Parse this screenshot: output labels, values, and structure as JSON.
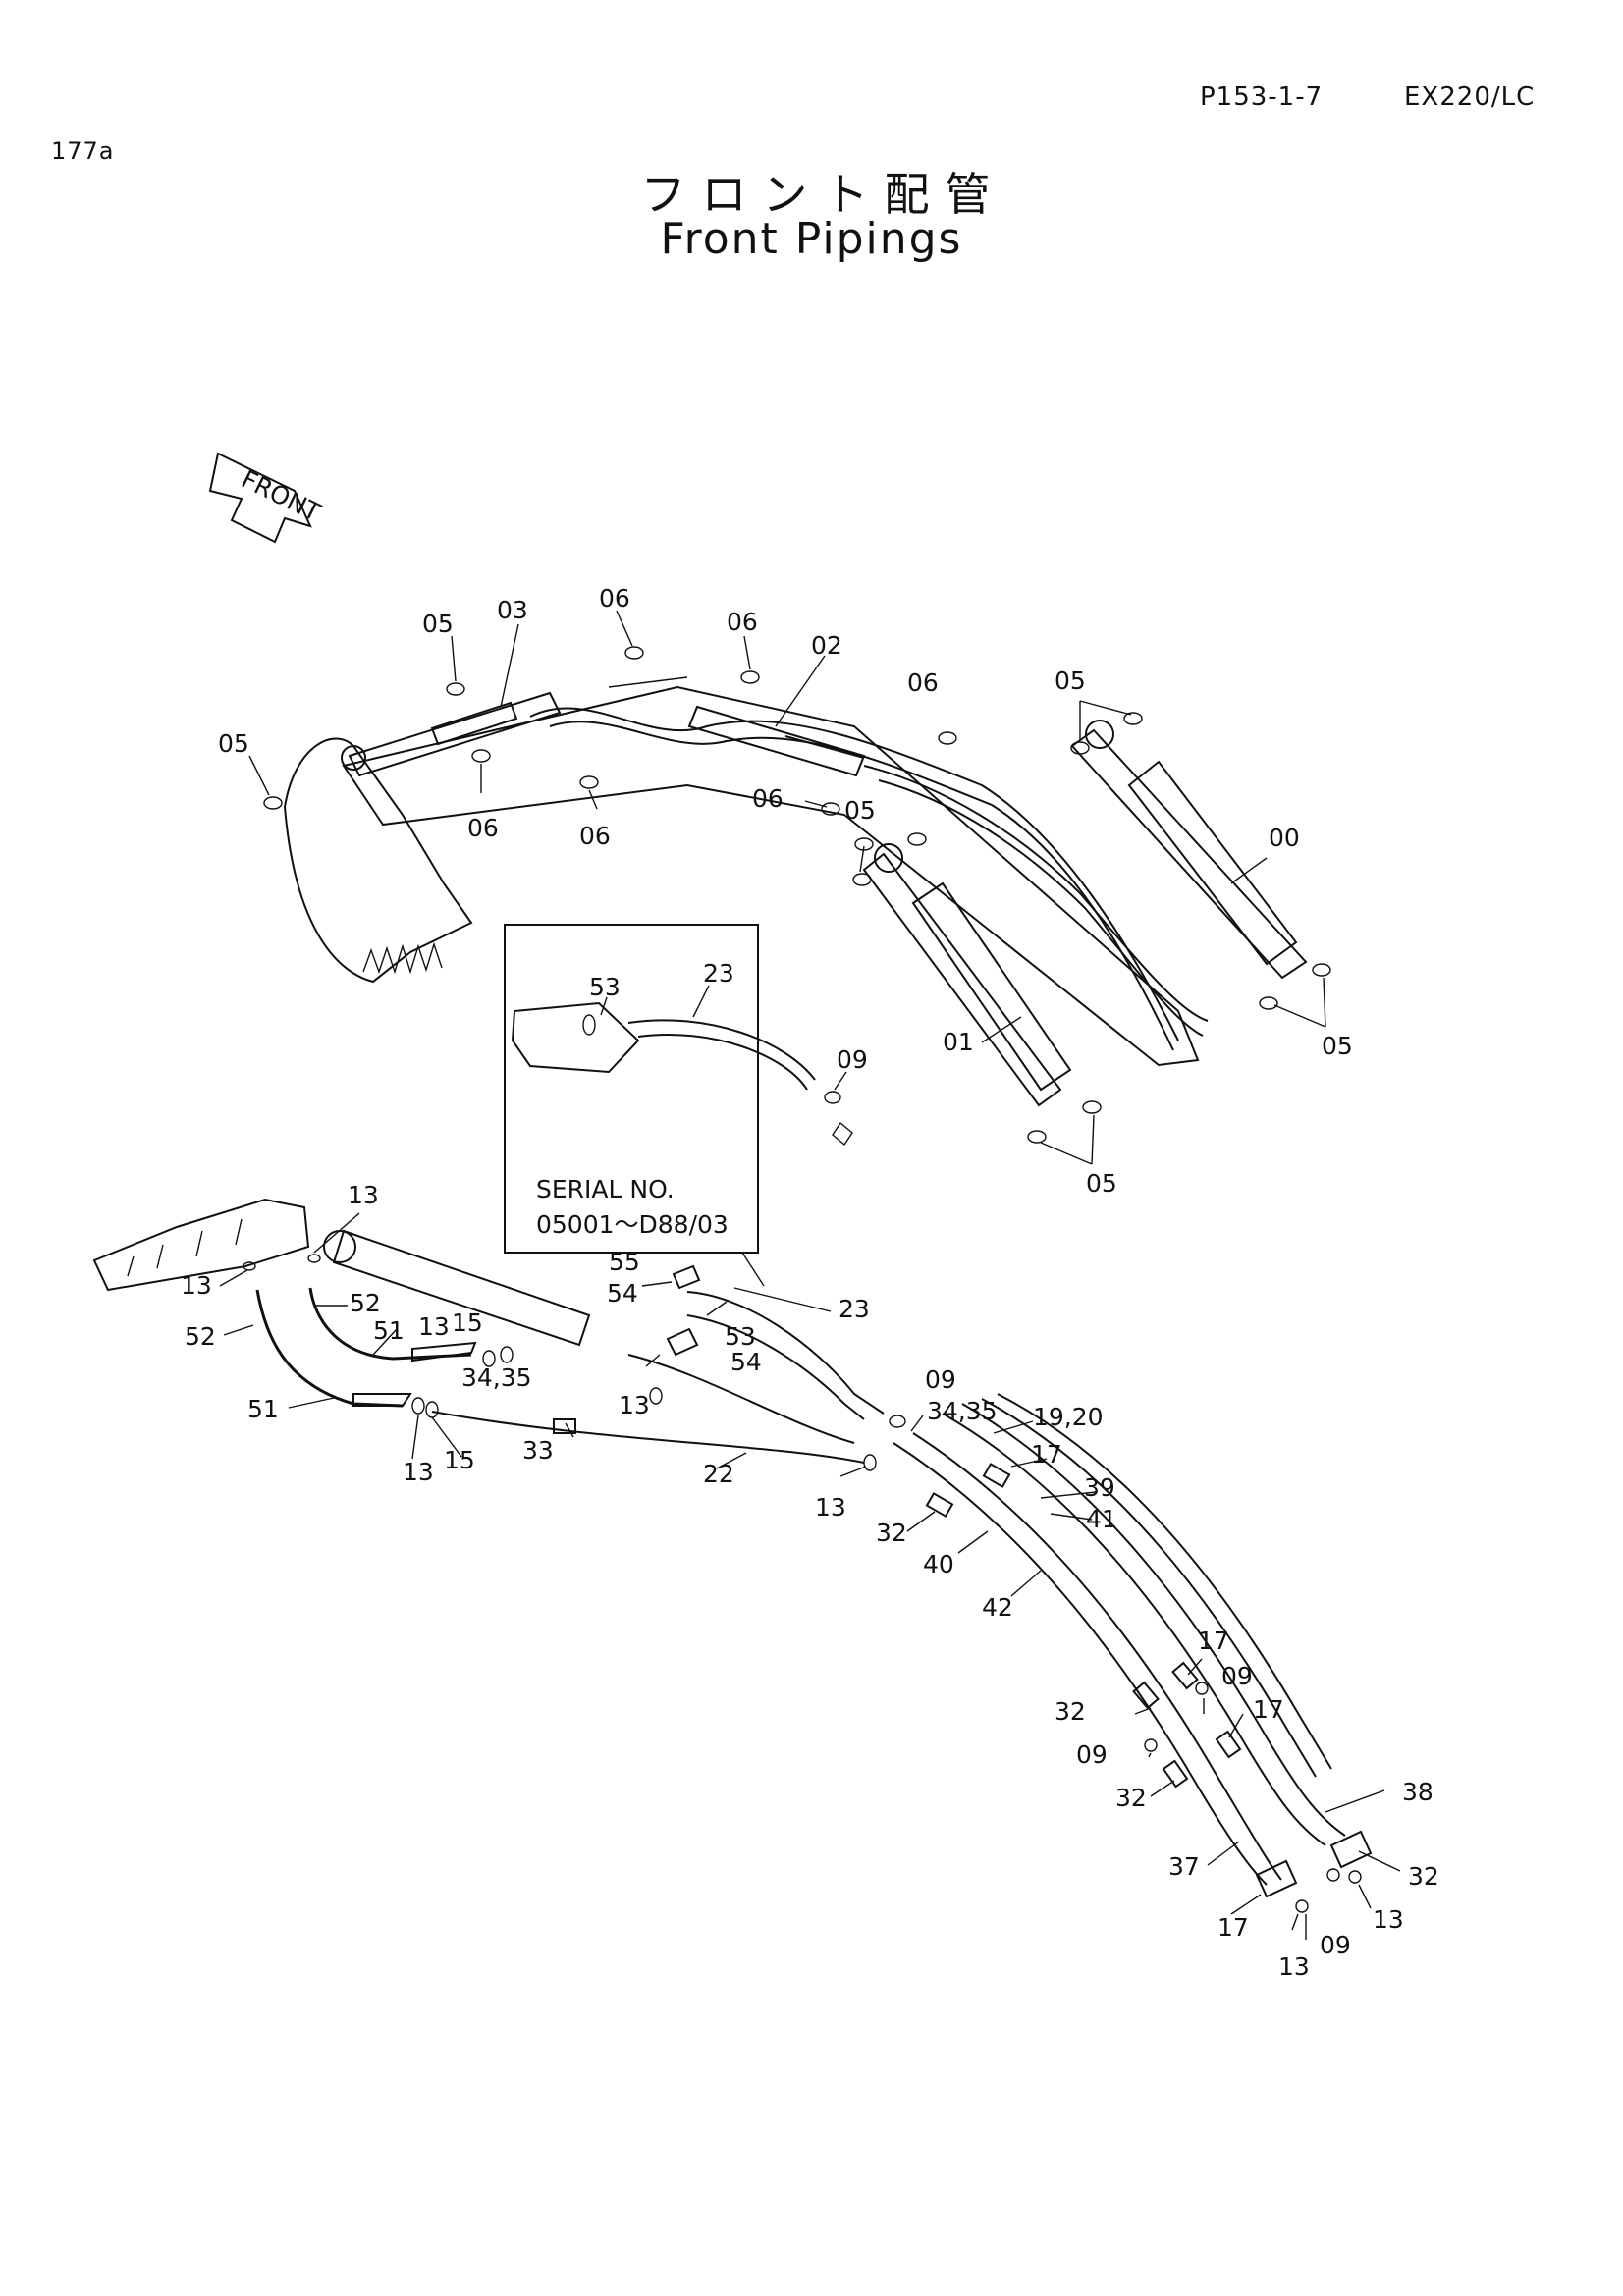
{
  "header": {
    "page_number": "P153-1-7",
    "model": "EX220/LC",
    "sheet_id": "177a"
  },
  "title": {
    "japanese": "フロント配管",
    "english": "Front Pipings"
  },
  "front_arrow_label": "FRONT",
  "inset": {
    "serial_label": "SERIAL NO.",
    "serial_range": "05001～D88/03",
    "callouts": [
      "53",
      "23",
      "09"
    ]
  },
  "upper_callouts": [
    "05",
    "03",
    "06",
    "06",
    "02",
    "06",
    "05",
    "05",
    "06",
    "06",
    "06",
    "05",
    "00",
    "01",
    "05",
    "05"
  ],
  "lower_callouts": [
    "13",
    "13",
    "52",
    "52",
    "51",
    "51",
    "13",
    "15",
    "34,35",
    "13",
    "15",
    "33",
    "55",
    "54",
    "23",
    "53",
    "54",
    "13",
    "22",
    "13",
    "09",
    "34,35",
    "19,20",
    "17",
    "39",
    "41",
    "32",
    "40",
    "42",
    "17",
    "09",
    "17",
    "32",
    "09",
    "32",
    "38",
    "37",
    "32",
    "17",
    "13",
    "09",
    "13"
  ]
}
